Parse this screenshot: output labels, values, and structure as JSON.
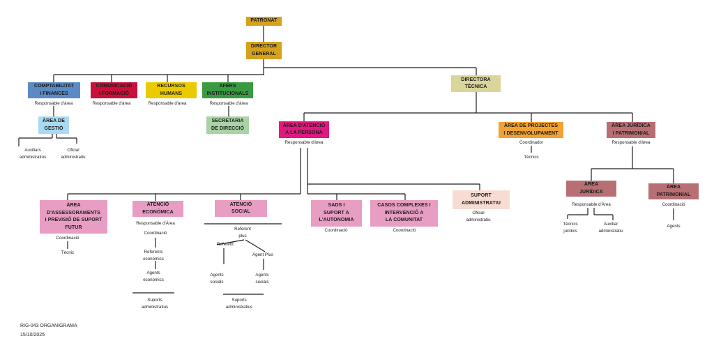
{
  "document": {
    "code_title": "RIG-043 ORGANIGRAMA",
    "date": "15/10/2025"
  },
  "colors": {
    "gold": "#d6a21e",
    "blue": "#5b8ac4",
    "red": "#c8103a",
    "yellow": "#ebcb00",
    "green": "#3a9a42",
    "olive_light": "#d9d59b",
    "light_blue": "#a9daf2",
    "light_green": "#a9d3a6",
    "magenta": "#e1187e",
    "orange": "#f0a232",
    "rose_brown": "#b76f74",
    "pink": "#e89dc2",
    "blush": "#f8dcd4",
    "line": "#1e1e1e"
  },
  "nodes": {
    "patronat": {
      "label": "PATRONAT"
    },
    "director_general": {
      "label": "DIRECTOR\nGENERAL"
    },
    "comptabilitat": {
      "label": "COMPTABILITAT\nI FINANCES",
      "role": "Responsable d'àrea"
    },
    "comunicacio": {
      "label": "COMUNICACIÓ\nI FORMACIÓ",
      "role": "Responsable d'àrea"
    },
    "recursos_humans": {
      "label": "RECURSOS\nHUMANS",
      "role": "Responsable d'àrea"
    },
    "afers": {
      "label": "AFERS\nINSTITUCIONALS",
      "role": "Responsable d'àrea"
    },
    "area_gestio": {
      "label": "ÀREA DE\nGESTIÓ",
      "children": [
        "Auxiliars\nadministratius",
        "Oficial\nadministratiu"
      ]
    },
    "secretaria": {
      "label": "SECRETARIA\nDE DIRECCIÓ"
    },
    "directora_tecnica": {
      "label": "DIRECTORA\nTÈCNICA"
    },
    "area_atencio": {
      "label": "ÀREA D'ATENCIÓ\nA LA PERSONA",
      "role": "Responsable d'àrea"
    },
    "area_projectes": {
      "label": "ÀREA DE PROJECTES\nI DESENVOLUPAMENT",
      "role": "Coordinador",
      "sub": "Tècnics"
    },
    "area_juridica_patrimonial": {
      "label": "ÀREA JURÍDICA\nI PATRIMONIAL",
      "role": "Responsable d'àrea"
    },
    "area_juridica": {
      "label": "ÀREA\nJURÍDICA",
      "role": "Responsable d'Àrea",
      "children": [
        "Tècnics\njurídics",
        "Auxiliar\nadministratiu"
      ]
    },
    "area_patrimonial": {
      "label": "ÀREA\nPATRIMONIAL",
      "role": "Coordinació",
      "sub": "Agents"
    },
    "assessoraments": {
      "label": "ÀREA\nD'ASSESSORAMENTS\nI PREVISIÓ DE SUPORT\nFUTUR",
      "role": "Coordinació",
      "sub": "Tècnic"
    },
    "atencio_economica": {
      "label": "ATENCIÓ\nECONÒMICA",
      "role": "Responsable d'Àrea",
      "levels": [
        "Coordinació",
        "Referents\neconòmics",
        "Agents\neconòmics"
      ],
      "support": "Suports\nadministratius"
    },
    "atencio_social": {
      "label": "ATENCIÓ\nSOCIAL",
      "top": "Referent\nplus",
      "branch_left": "Referent",
      "branch_right": "Agent Plus",
      "leaf_left": "Agents\nsocials",
      "leaf_right": "Agents\nsocials",
      "support": "Suports\nadministratius"
    },
    "sads": {
      "label": "SADS I\nSUPORT A\nL'AUTONOMIA",
      "role": "Coordinació"
    },
    "casos_complexes": {
      "label": "CASOS COMPLEXES I\nINTERVENCIÓ A\nLA COMUNITAT",
      "role": "Coordinació"
    },
    "suport_administratiu": {
      "label": "SUPORT\nADMINISTRATIU",
      "role": "Oficial\nadministratiu"
    }
  }
}
